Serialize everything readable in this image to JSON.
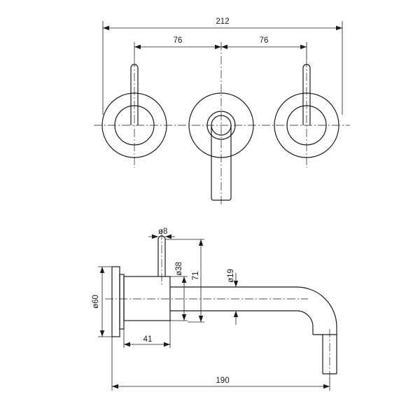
{
  "drawing": {
    "dimensions": {
      "overall_width": "212",
      "left_spacing": "76",
      "right_spacing": "76",
      "stem_diameter": "ø8",
      "body_diameter": "ø38",
      "lever_height": "71",
      "spout_diameter": "ø19",
      "plate_diameter": "ø60",
      "body_depth": "41",
      "spout_reach": "190"
    }
  }
}
